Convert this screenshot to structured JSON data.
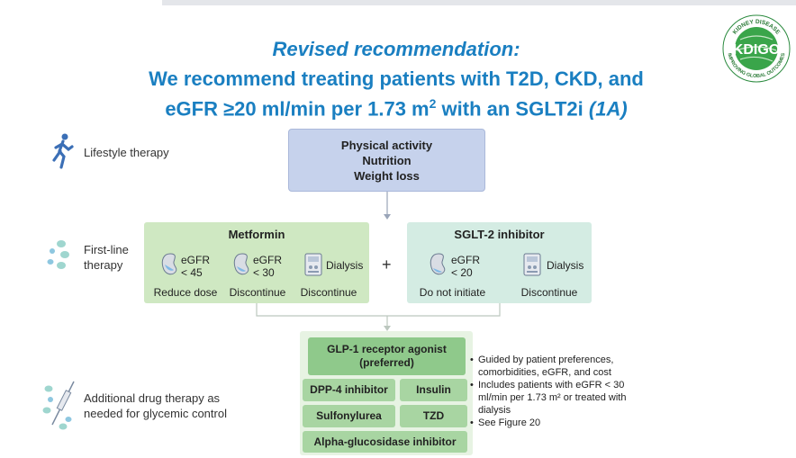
{
  "title": {
    "line1": "Revised recommendation:",
    "line2": "We recommend treating patients with T2D, CKD, and",
    "line3_a": "eGFR ≥20 ml/min per 1.73 m",
    "line3_sup": "2",
    "line3_b": " with an SGLT2i ",
    "line3_grade": "(1A)"
  },
  "logo": {
    "text": "KDIGO",
    "ring_top": "KIDNEY DISEASE",
    "ring_bottom": "IMPROVING GLOBAL OUTCOMES"
  },
  "rows": {
    "lifestyle": {
      "label": "Lifestyle therapy"
    },
    "first_line": {
      "label_l1": "First-line",
      "label_l2": "therapy"
    },
    "additional": {
      "label_l1": "Additional drug therapy as",
      "label_l2": "needed for glycemic control"
    }
  },
  "lifestyle_box": {
    "items": [
      "Physical activity",
      "Nutrition",
      "Weight loss"
    ]
  },
  "metformin": {
    "title": "Metformin",
    "col1": {
      "l1": "eGFR",
      "l2": "< 45",
      "action": "Reduce dose"
    },
    "col2": {
      "l1": "eGFR",
      "l2": "< 30",
      "action": "Discontinue"
    },
    "col3": {
      "l1": "Dialysis",
      "action": "Discontinue"
    }
  },
  "plus": "+",
  "sglt2": {
    "title": "SGLT-2 inhibitor",
    "col1": {
      "l1": "eGFR",
      "l2": "< 20",
      "action": "Do not initiate"
    },
    "col2": {
      "l1": "Dialysis",
      "action": "Discontinue"
    }
  },
  "drugs": {
    "glp1_l1": "GLP-1 receptor agonist",
    "glp1_l2": "(preferred)",
    "dpp4": "DPP-4 inhibitor",
    "insulin": "Insulin",
    "sulfonylurea": "Sulfonylurea",
    "tzd": "TZD",
    "alpha": "Alpha-glucosidase inhibitor"
  },
  "notes": [
    "Guided by patient preferences, comorbidities, eGFR, and cost",
    "Includes patients with eGFR < 30 ml/min per 1.73 m² or treated with dialysis",
    "See Figure 20"
  ],
  "colors": {
    "title_blue": "#1a7fc1",
    "lifestyle_blue": "#c6d2ec",
    "metformin_green": "#cfe8c2",
    "sglt2_teal": "#d4ece3",
    "drug_green": "#8fc98b"
  }
}
